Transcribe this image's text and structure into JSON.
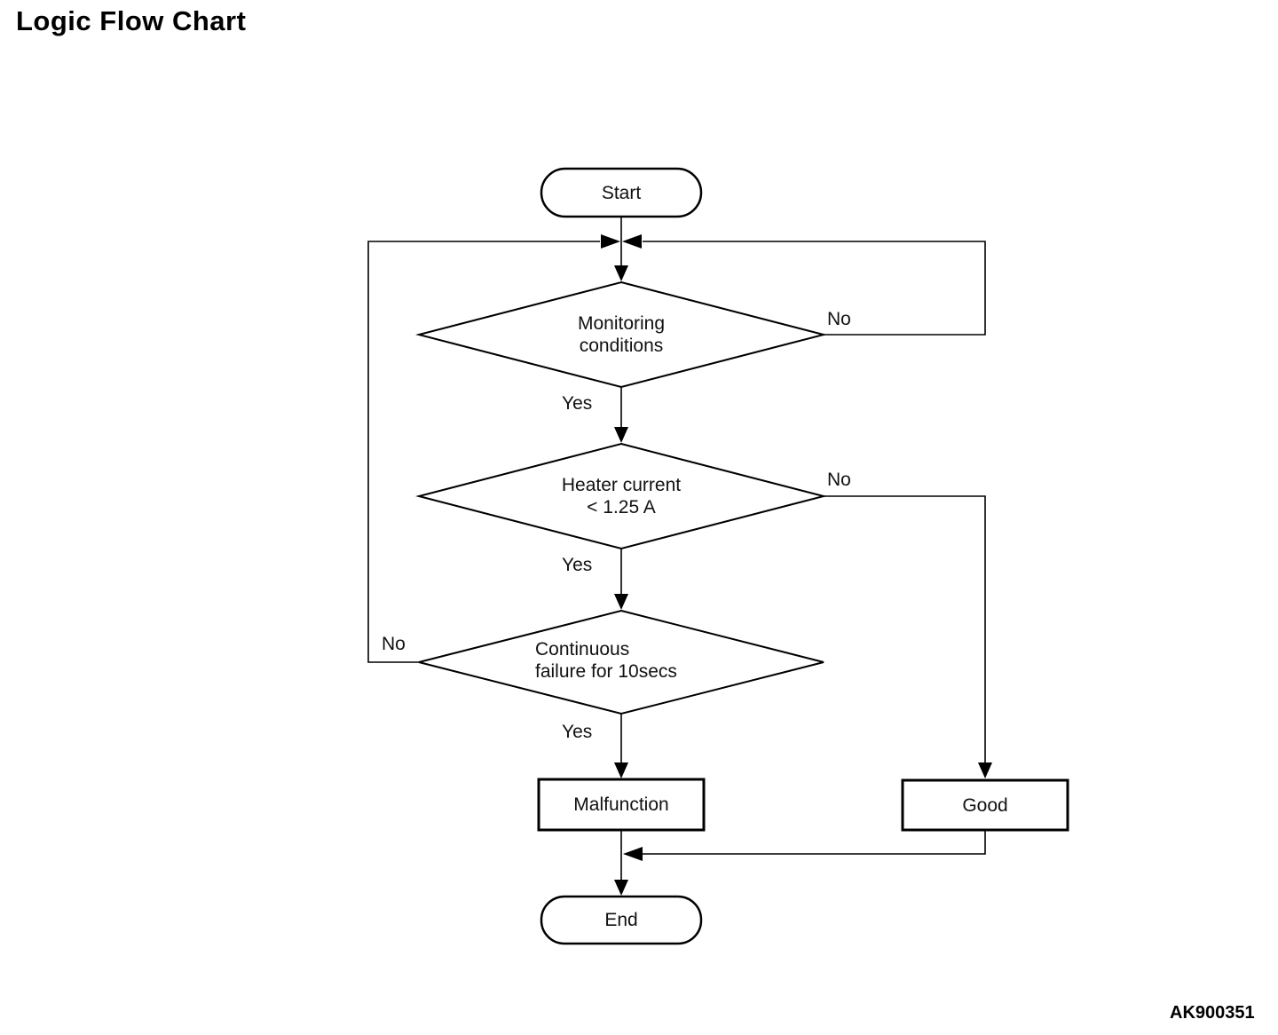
{
  "title": "Logic Flow Chart",
  "figure_code": "AK900351",
  "colors": {
    "line": "#000000",
    "background": "#ffffff",
    "text": "#111111"
  },
  "nodes": {
    "start": {
      "label": "Start"
    },
    "monitoring": {
      "line1": "Monitoring",
      "line2": "conditions"
    },
    "heater": {
      "line1": "Heater current",
      "line2": "< 1.25 A"
    },
    "continuous": {
      "line1": "Continuous",
      "line2": "failure for 10secs"
    },
    "malfunction": {
      "label": "Malfunction"
    },
    "good": {
      "label": "Good"
    },
    "end": {
      "label": "End"
    }
  },
  "edges": {
    "monitoring_yes": "Yes",
    "monitoring_no": "No",
    "heater_yes": "Yes",
    "heater_no": "No",
    "continuous_yes": "Yes",
    "continuous_no": "No"
  }
}
